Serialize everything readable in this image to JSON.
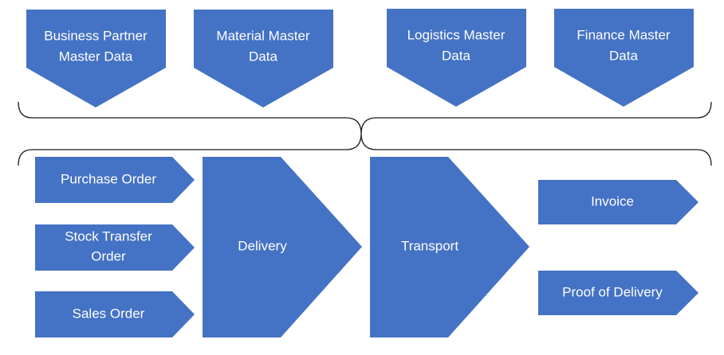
{
  "master_data": [
    {
      "line1": "Business Partner",
      "line2": "Master Data"
    },
    {
      "line1": "Material Master",
      "line2": "Data"
    },
    {
      "line1": "Logistics Master",
      "line2": "Data"
    },
    {
      "line1": "Finance Master",
      "line2": "Data"
    }
  ],
  "orders": [
    {
      "line1": "Purchase Order"
    },
    {
      "line1": "Stock Transfer",
      "line2": "Order"
    },
    {
      "line1": "Sales Order"
    }
  ],
  "steps": {
    "delivery": "Delivery",
    "transport": "Transport"
  },
  "outputs": [
    {
      "line1": "Invoice"
    },
    {
      "line1": "Proof of Delivery"
    }
  ],
  "colors": {
    "shape_fill": "#4472C4",
    "label_text": "#FFFFFF",
    "brace_stroke": "#1A1A1A"
  }
}
